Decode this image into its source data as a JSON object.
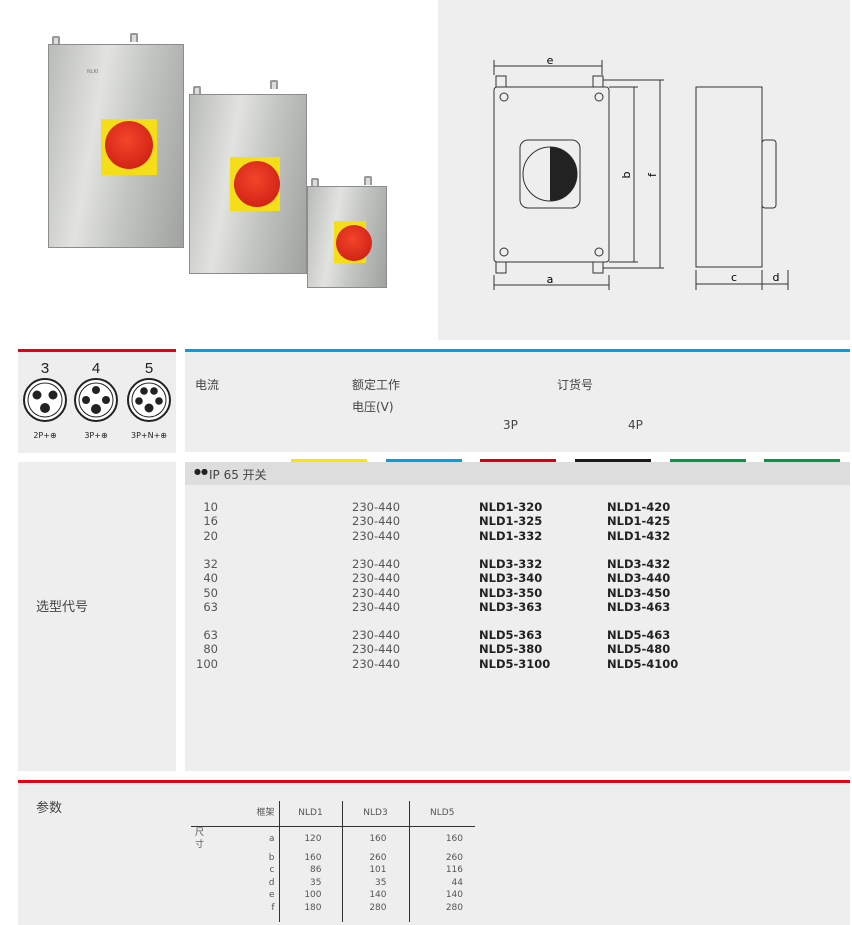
{
  "products": {
    "brand_label": "NLKI"
  },
  "drawing": {
    "labels": {
      "e": "e",
      "b": "b",
      "f": "f",
      "a": "a",
      "c": "c",
      "d": "d"
    }
  },
  "plugs": [
    {
      "pins": "3",
      "label": "2P+⊕"
    },
    {
      "pins": "4",
      "label": "3P+⊕"
    },
    {
      "pins": "5",
      "label": "3P+N+⊕"
    }
  ],
  "header": {
    "current": "电流",
    "voltage_line1": "额定工作",
    "voltage_line2": "电压(V)",
    "order_no": "订货号",
    "col_3p": "3P",
    "col_4p": "4P"
  },
  "color_bars": [
    "#ffe600",
    "#00a0e6",
    "#d7000f",
    "#1a1a1a",
    "#009944",
    "#009944"
  ],
  "section": {
    "left_label": "选型代号",
    "ip_icon": "water-drops-icon",
    "ip_label": "IP 65 开关"
  },
  "groups": [
    {
      "rows": [
        {
          "current": "10",
          "voltage": "230-440",
          "p3": "NLD1-320",
          "p4": "NLD1-420"
        },
        {
          "current": "16",
          "voltage": "230-440",
          "p3": "NLD1-325",
          "p4": "NLD1-425"
        },
        {
          "current": "20",
          "voltage": "230-440",
          "p3": "NLD1-332",
          "p4": "NLD1-432"
        }
      ]
    },
    {
      "rows": [
        {
          "current": "32",
          "voltage": "230-440",
          "p3": "NLD3-332",
          "p4": "NLD3-432"
        },
        {
          "current": "40",
          "voltage": "230-440",
          "p3": "NLD3-340",
          "p4": "NLD3-440"
        },
        {
          "current": "50",
          "voltage": "230-440",
          "p3": "NLD3-350",
          "p4": "NLD3-450"
        },
        {
          "current": "63",
          "voltage": "230-440",
          "p3": "NLD3-363",
          "p4": "NLD3-463"
        }
      ]
    },
    {
      "rows": [
        {
          "current": "63",
          "voltage": "230-440",
          "p3": "NLD5-363",
          "p4": "NLD5-463"
        },
        {
          "current": "80",
          "voltage": "230-440",
          "p3": "NLD5-380",
          "p4": "NLD5-480"
        },
        {
          "current": "100",
          "voltage": "230-440",
          "p3": "NLD5-3100",
          "p4": "NLD5-4100"
        }
      ]
    }
  ],
  "params": {
    "title": "参数",
    "frame_label": "框架",
    "size_label": "尺寸",
    "columns": [
      "NLD1",
      "NLD3",
      "NLD5"
    ],
    "rows": [
      {
        "dim": "a",
        "v": [
          "120",
          "160",
          "160"
        ]
      },
      {
        "dim": "b",
        "v": [
          "160",
          "260",
          "260"
        ]
      },
      {
        "dim": "c",
        "v": [
          "86",
          "101",
          "116"
        ]
      },
      {
        "dim": "d",
        "v": [
          "35",
          "35",
          "44"
        ]
      },
      {
        "dim": "e",
        "v": [
          "100",
          "140",
          "140"
        ]
      },
      {
        "dim": "f",
        "v": [
          "180",
          "280",
          "280"
        ]
      }
    ]
  }
}
